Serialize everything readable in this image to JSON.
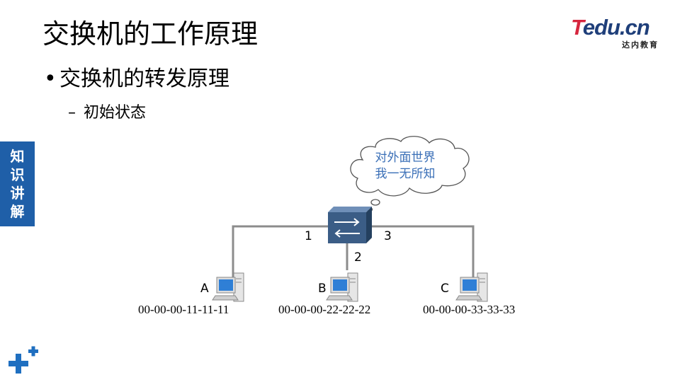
{
  "header": {
    "title": "交换机的工作原理",
    "logo": {
      "brand_t": "T",
      "brand_rest": "edu.cn",
      "subtitle": "达内教育"
    }
  },
  "content": {
    "bullet_main": "交换机的转发原理",
    "bullet_sub": "初始状态",
    "bullet_dot": "•",
    "bullet_dash": "–"
  },
  "side_tab": {
    "chars": [
      "知",
      "识",
      "讲",
      "解"
    ],
    "color": "#1f5fa8"
  },
  "diagram": {
    "cloud_lines": [
      "对外面世界",
      "我一无所知"
    ],
    "ports": [
      "1",
      "2",
      "3"
    ],
    "hosts": [
      {
        "label": "A",
        "mac": "00-00-00-11-11-11"
      },
      {
        "label": "B",
        "mac": "00-00-00-22-22-22"
      },
      {
        "label": "C",
        "mac": "00-00-00-33-33-33"
      }
    ],
    "switch_icon": "switch-icon",
    "host_icon": "computer-icon",
    "colors": {
      "link": "#8c8c8c",
      "switch_body": "#3b5d86",
      "cloud_text": "#3a6fb7"
    }
  },
  "footer": {
    "icon": "plus-logo-icon"
  }
}
